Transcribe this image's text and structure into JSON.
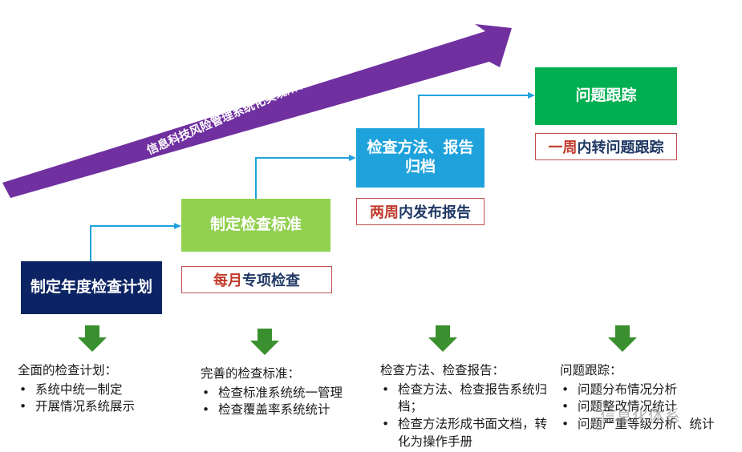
{
  "arrow_banner": {
    "text": "信息科技风险管理系统化实现所有工作流程",
    "color": "#7030a0"
  },
  "steps": [
    {
      "label": "制定年度检查计划",
      "color": "#0d2464"
    },
    {
      "label": "制定检查标准",
      "color": "#92d050"
    },
    {
      "label": "检查方法、报告归档",
      "color": "#1fa2dc"
    },
    {
      "label": "问题跟踪",
      "color": "#00b050"
    }
  ],
  "tags": [
    {
      "highlight": "每月",
      "rest": "专项检查"
    },
    {
      "highlight": "两周",
      "rest": "内发布报告"
    },
    {
      "highlight": "一周",
      "rest": "内转问题跟踪"
    }
  ],
  "connector_color": "#1fa2dc",
  "down_arrow_color": "#3a8f2f",
  "columns": [
    {
      "heading": "全面的检查计划：",
      "items": [
        "系统中统一制定",
        "开展情况系统展示"
      ]
    },
    {
      "heading": "完善的检查标准：",
      "items": [
        "检查标准系统统一管理",
        "检查覆盖率系统统计"
      ]
    },
    {
      "heading": "检查方法、检查报告：",
      "items": [
        "检查方法、检查报告系统归档；",
        "检查方法形成书面文档，转化为操作手册"
      ]
    },
    {
      "heading": "问题跟踪：",
      "items": [
        "问题分布情况分析",
        "问题整改情况统计",
        "问题严重等级分析、统计"
      ]
    }
  ],
  "watermark": {
    "text": "信息化体系"
  }
}
